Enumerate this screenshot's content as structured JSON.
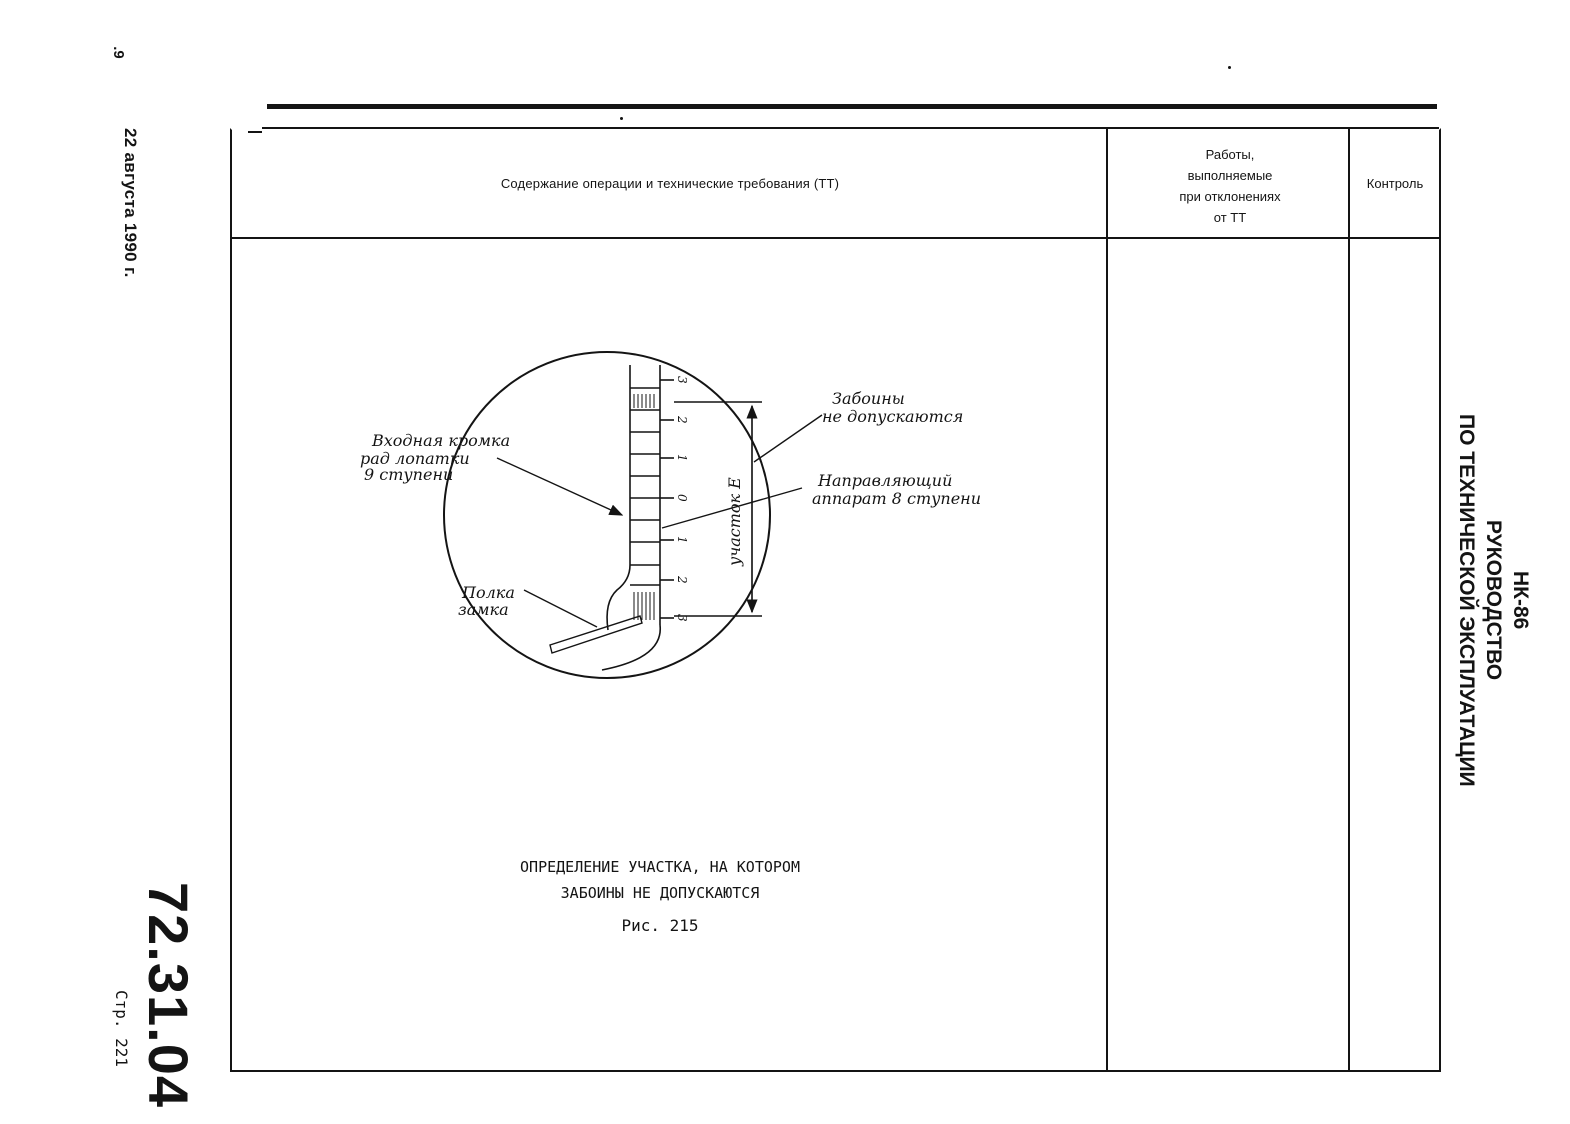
{
  "margin": {
    "corner_mark": ".9",
    "date": "22 августа 1990 г.",
    "document_code": "72.31.04",
    "page": "Стр. 221"
  },
  "title_block": {
    "line1": "НК-86",
    "line2": "РУКОВОДСТВО",
    "line3": "ПО ТЕХНИЧЕСКОЙ ЭКСПЛУАТАЦИИ"
  },
  "table": {
    "header_main": "Содержание операции и технические требования (ТТ)",
    "header_deviation": [
      "Работы,",
      "выполняемые",
      "при отклонениях",
      "от ТТ"
    ],
    "header_control": "Контроль"
  },
  "figure": {
    "label_edge": [
      "Входная кромка",
      "рад лопатки",
      "9 ступени"
    ],
    "label_flange": [
      "Полка",
      "замка"
    ],
    "label_dents": [
      "Забоины",
      "не допускаются"
    ],
    "label_vane": [
      "Направляющий",
      "аппарат 8 ступени"
    ],
    "label_section": "участок Е",
    "scale_ticks": [
      "3",
      "2",
      "1",
      "0",
      "1",
      "2",
      "3"
    ]
  },
  "caption": {
    "line1": "ОПРЕДЕЛЕНИЕ УЧАСТКА, НА КОТОРОМ",
    "line2": "ЗАБОИНЫ НЕ ДОПУСКАЮТСЯ",
    "fig_no": "Рис. 215"
  }
}
